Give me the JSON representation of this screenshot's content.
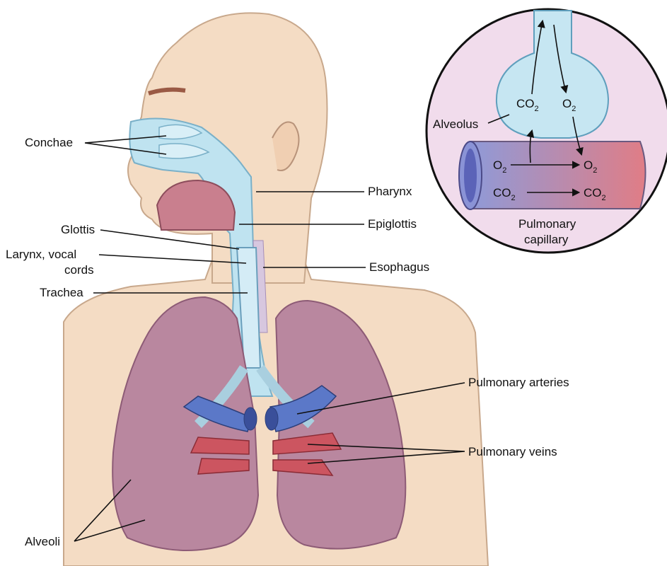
{
  "colors": {
    "skin": "#f4dcc4",
    "skin_outline": "#c8a88c",
    "airway": "#bfe3f0",
    "lung": "#b9879f",
    "lung_dark": "#8d5b76",
    "artery": "#5b78c8",
    "vein": "#cc5560",
    "inset_bg": "#f1dcec"
  },
  "labels": {
    "conchae": "Conchae",
    "pharynx": "Pharynx",
    "epiglottis": "Epiglottis",
    "glottis": "Glottis",
    "larynx_line1": "Larynx, vocal",
    "larynx_line2": "cords",
    "esophagus": "Esophagus",
    "trachea": "Trachea",
    "pulmonary_arteries": "Pulmonary arteries",
    "pulmonary_veins": "Pulmonary veins",
    "alveoli": "Alveoli"
  },
  "inset": {
    "alveolus": "Alveolus",
    "gas_co2": "CO",
    "gas_o2": "O",
    "subscript": "2",
    "capillary_line1": "Pulmonary",
    "capillary_line2": "capillary"
  }
}
